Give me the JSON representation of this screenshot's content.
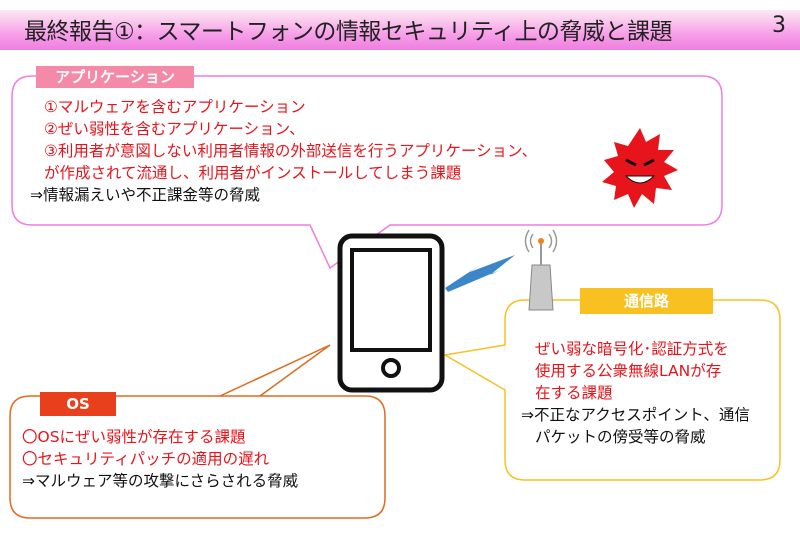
{
  "title": "最終報告①：スマートフォンの情報セキュリティ上の脅威と課題",
  "page_number": "3",
  "app": {
    "label": "アプリケーション",
    "lines": [
      "①マルウェアを含むアプリケーション",
      "②ぜい弱性を含むアプリケーション、",
      "③利用者が意図しない利用者情報の外部送信を行うアプリケーション、",
      "が作成されて流通し、利用者がインストールしてしまう課題"
    ],
    "threat": "⇒情報漏えいや不正課金等の脅威"
  },
  "network": {
    "label": "通信路",
    "lines": [
      "ぜい弱な暗号化･認証方式を",
      "使用する公衆無線LANが存",
      "在する課題"
    ],
    "threat": [
      "⇒不正なアクセスポイント、通信",
      "パケットの傍受等の脅威"
    ]
  },
  "os": {
    "label": "OS",
    "lines": [
      "〇OSにぜい弱性が存在する課題",
      "〇セキュリティパッチの適用の遅れ"
    ],
    "threat": "⇒マルウェア等の攻撃にさらされる脅威"
  },
  "colors": {
    "app": "#f07ce0",
    "app_label": "#f48aa8",
    "network": "#f8c020",
    "os": "#e06a20",
    "os_label": "#e8401c",
    "risk_text": "#e8141b"
  }
}
